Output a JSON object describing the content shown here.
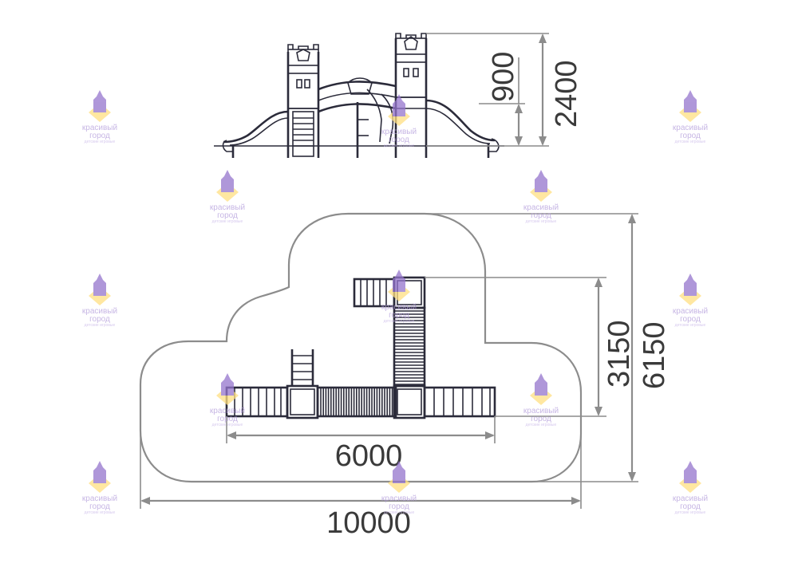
{
  "drawing": {
    "dimensions": {
      "side_height_total": "2400",
      "side_platform_height": "900",
      "plan_depth_total": "6150",
      "plan_depth_structure": "3150",
      "plan_width_structure": "6000",
      "plan_width_total": "10000"
    },
    "watermark": {
      "brand": "красивый город",
      "tagline": "детские игровые",
      "color_primary": "#9575cd",
      "color_accent": "#ffe082"
    },
    "colors": {
      "structure": "#2b2b3a",
      "dimension": "#8c8c8c",
      "text": "#3a3a3a"
    }
  }
}
